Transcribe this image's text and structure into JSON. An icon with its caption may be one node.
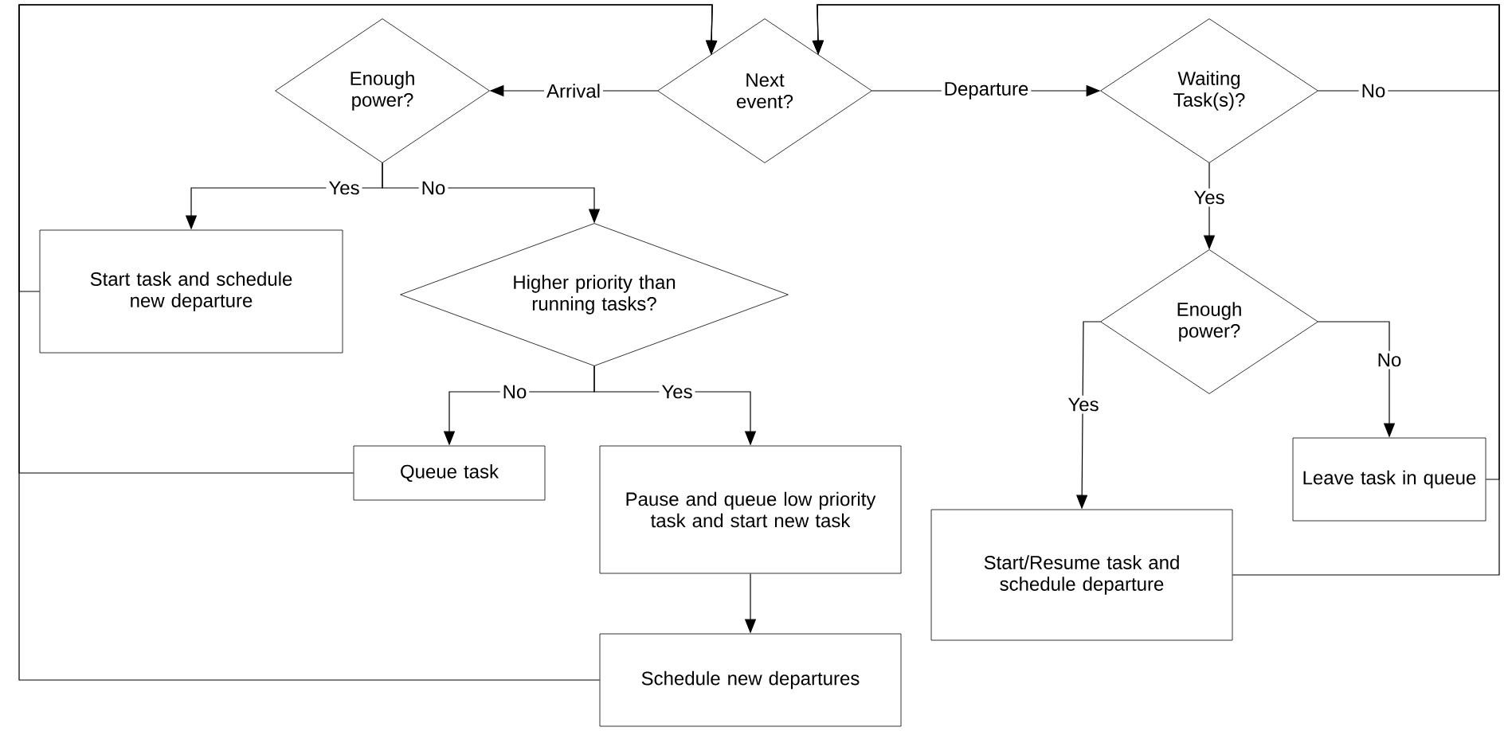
{
  "diagram": {
    "nodes": [
      {
        "text": [
          "Next event?"
        ]
      },
      {
        "text": [
          "Enough power?"
        ]
      },
      {
        "text": [
          "Waiting Task(s)?"
        ]
      },
      {
        "text": [
          "Start task and schedule new departure"
        ]
      },
      {
        "text": [
          "Higher priority than running tasks?"
        ]
      },
      {
        "text": [
          "Queue task"
        ]
      },
      {
        "text": [
          "Pause and queue low priority task and start new task"
        ]
      },
      {
        "text": [
          "Schedule new departures"
        ]
      },
      {
        "text": [
          "Enough power?"
        ]
      },
      {
        "text": [
          "Start/Resume task and schedule departure"
        ]
      },
      {
        "text": [
          "Leave task in queue"
        ]
      }
    ],
    "edges": [
      {
        "from": 0,
        "to": 1,
        "arrow": "to",
        "label": "Arrival"
      },
      {
        "from": 0,
        "to": 2,
        "arrow": "to",
        "label": "Departure"
      },
      {
        "from": 1,
        "to": 3,
        "arrow": "to",
        "label": "Yes"
      },
      {
        "from": 1,
        "to": 4,
        "arrow": "to",
        "label": "No"
      },
      {
        "from": 2,
        "to": 0,
        "arrow": "to",
        "label": "No"
      },
      {
        "from": 2,
        "to": 8,
        "arrow": "to",
        "label": "Yes"
      },
      {
        "from": 4,
        "to": 5,
        "arrow": "to",
        "label": "No"
      },
      {
        "from": 4,
        "to": 6,
        "arrow": "to",
        "label": "Yes"
      },
      {
        "from": 6,
        "to": 7,
        "arrow": "to"
      },
      {
        "from": 8,
        "to": 9,
        "arrow": "to",
        "label": "Yes"
      },
      {
        "from": 8,
        "to": 10,
        "arrow": "to",
        "label": "No"
      },
      {
        "from": 3,
        "to": 0,
        "arrow": "to"
      },
      {
        "from": 5,
        "to": 0,
        "arrow": "to"
      },
      {
        "from": 7,
        "to": 0,
        "arrow": "to"
      },
      {
        "from": 10,
        "to": 0,
        "arrow": "to"
      },
      {
        "from": 9,
        "to": 0,
        "arrow": "to"
      }
    ]
  }
}
